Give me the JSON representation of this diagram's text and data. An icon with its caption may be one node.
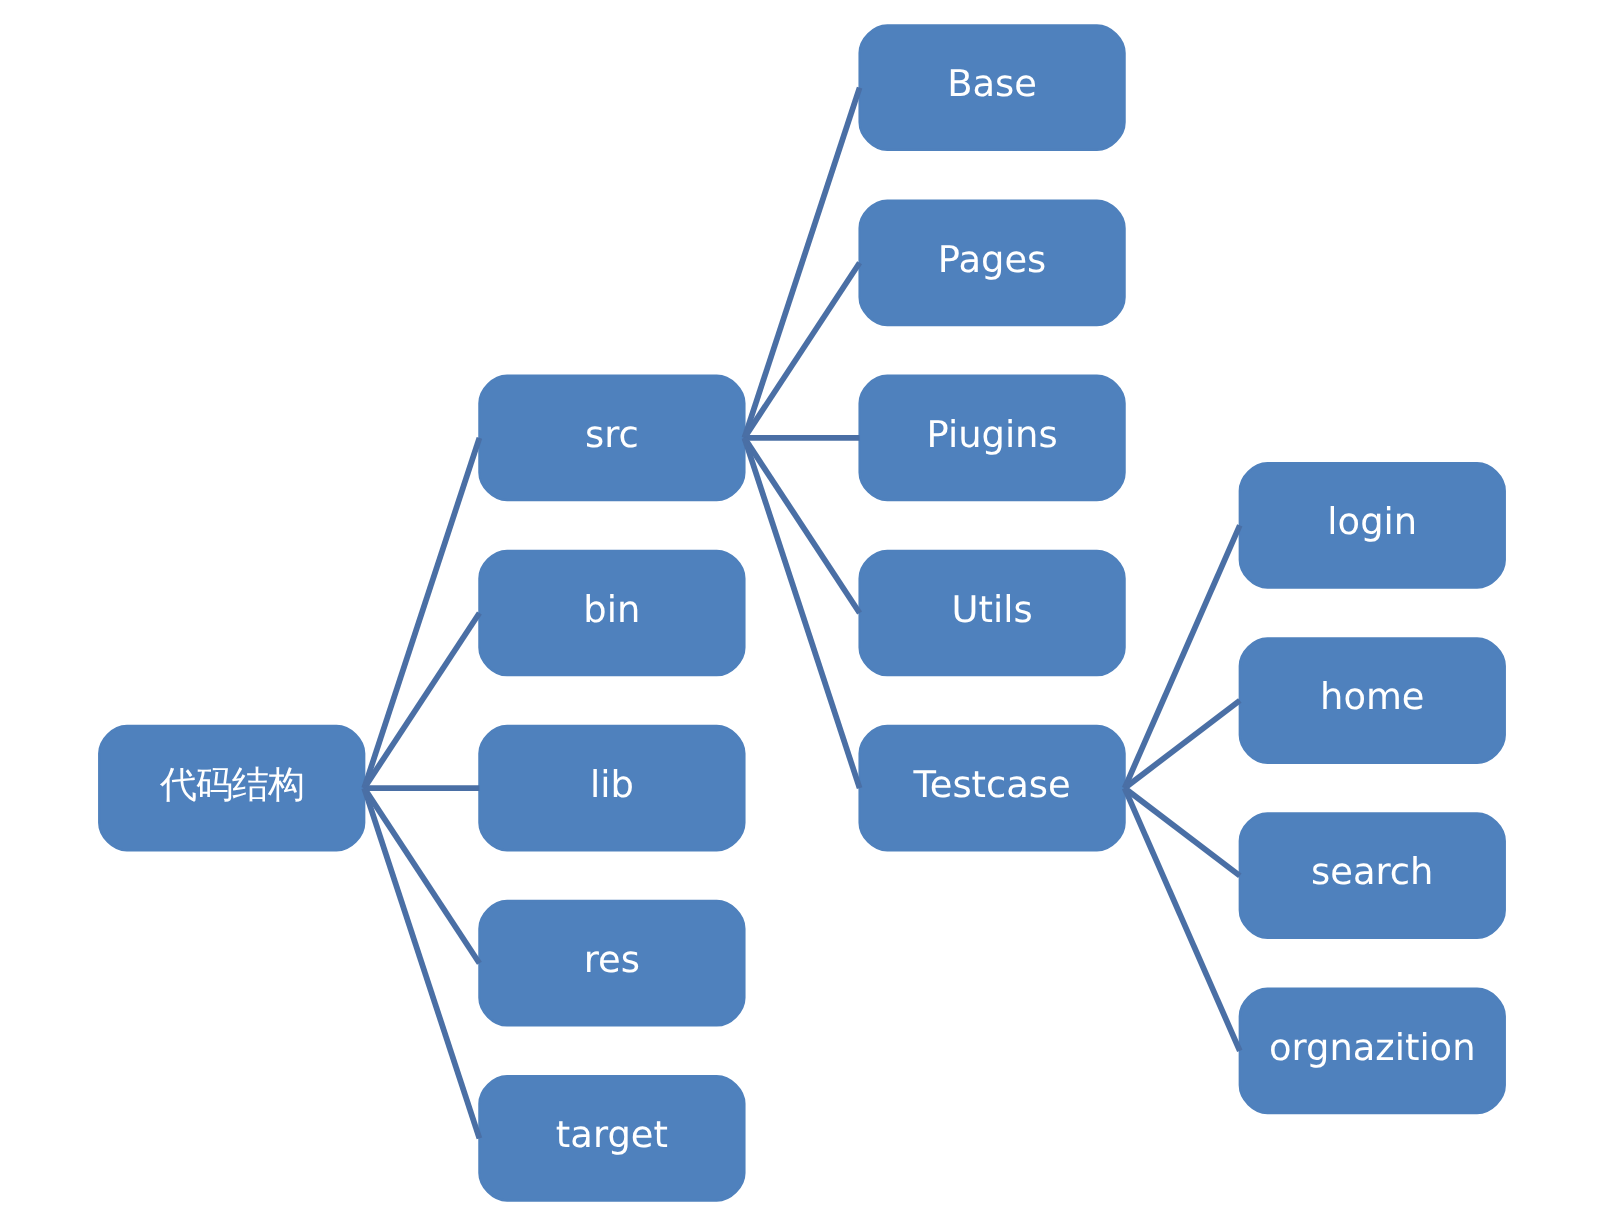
{
  "diagram": {
    "nodes": [
      {
        "text": [
          "代码结构"
        ]
      },
      {
        "text": [
          "src"
        ]
      },
      {
        "text": [
          "bin"
        ]
      },
      {
        "text": [
          "lib"
        ]
      },
      {
        "text": [
          "res"
        ]
      },
      {
        "text": [
          "target"
        ]
      },
      {
        "text": [
          "Base"
        ]
      },
      {
        "text": [
          "Pages"
        ]
      },
      {
        "text": [
          "Piugins"
        ]
      },
      {
        "text": [
          "Utils"
        ]
      },
      {
        "text": [
          "Testcase"
        ]
      },
      {
        "text": [
          "login"
        ]
      },
      {
        "text": [
          "home"
        ]
      },
      {
        "text": [
          "search"
        ]
      },
      {
        "text": [
          "orgnazition"
        ]
      }
    ],
    "edges": [
      {
        "from": 0,
        "to": 1,
        "arrow": "none"
      },
      {
        "from": 0,
        "to": 2,
        "arrow": "none"
      },
      {
        "from": 0,
        "to": 3,
        "arrow": "none"
      },
      {
        "from": 0,
        "to": 4,
        "arrow": "none"
      },
      {
        "from": 0,
        "to": 5,
        "arrow": "none"
      },
      {
        "from": 1,
        "to": 6,
        "arrow": "none"
      },
      {
        "from": 1,
        "to": 7,
        "arrow": "none"
      },
      {
        "from": 1,
        "to": 8,
        "arrow": "none"
      },
      {
        "from": 1,
        "to": 9,
        "arrow": "none"
      },
      {
        "from": 1,
        "to": 10,
        "arrow": "none"
      },
      {
        "from": 10,
        "to": 11,
        "arrow": "none"
      },
      {
        "from": 10,
        "to": 12,
        "arrow": "none"
      },
      {
        "from": 10,
        "to": 13,
        "arrow": "none"
      },
      {
        "from": 10,
        "to": 14,
        "arrow": "none"
      }
    ]
  }
}
